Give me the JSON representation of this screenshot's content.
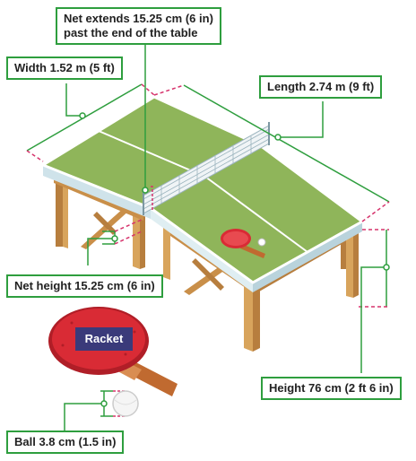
{
  "labels": {
    "net_extends_line1": "Net extends 15.25 cm (6 in)",
    "net_extends_line2": "past the end of the table",
    "width": "Width 1.52 m (5 ft)",
    "length": "Length 2.74 m (9 ft)",
    "net_height": "Net height 15.25 cm (6 in)",
    "height": "Height 76 cm (2 ft 6 in)",
    "ball": "Ball 3.8 cm (1.5 in)",
    "racket": "Racket"
  },
  "colors": {
    "label_border": "#2e9e3e",
    "dimension_line": "#2e9e3e",
    "extension_line": "#d6336c",
    "table_top": "#8fb55a",
    "table_edge": "#dfeef2",
    "table_legs": "#d8a45c",
    "net": "#f0f4f6",
    "racket_rubber": "#d92b35",
    "racket_handle": "#c06a30",
    "racket_tag": "#3a3a7a",
    "ball": "#f5f5f5"
  }
}
